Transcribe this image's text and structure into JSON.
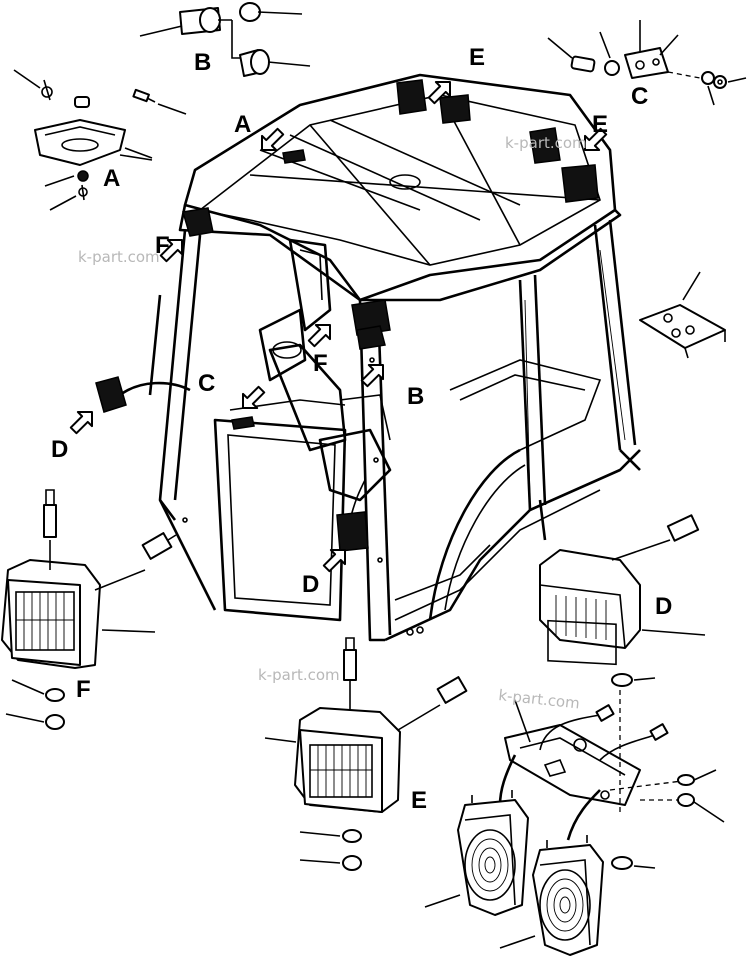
{
  "callouts": {
    "a": "A",
    "b": "B",
    "c": "C",
    "d": "D",
    "e": "E",
    "f": "F"
  },
  "watermark": "k-part.com"
}
